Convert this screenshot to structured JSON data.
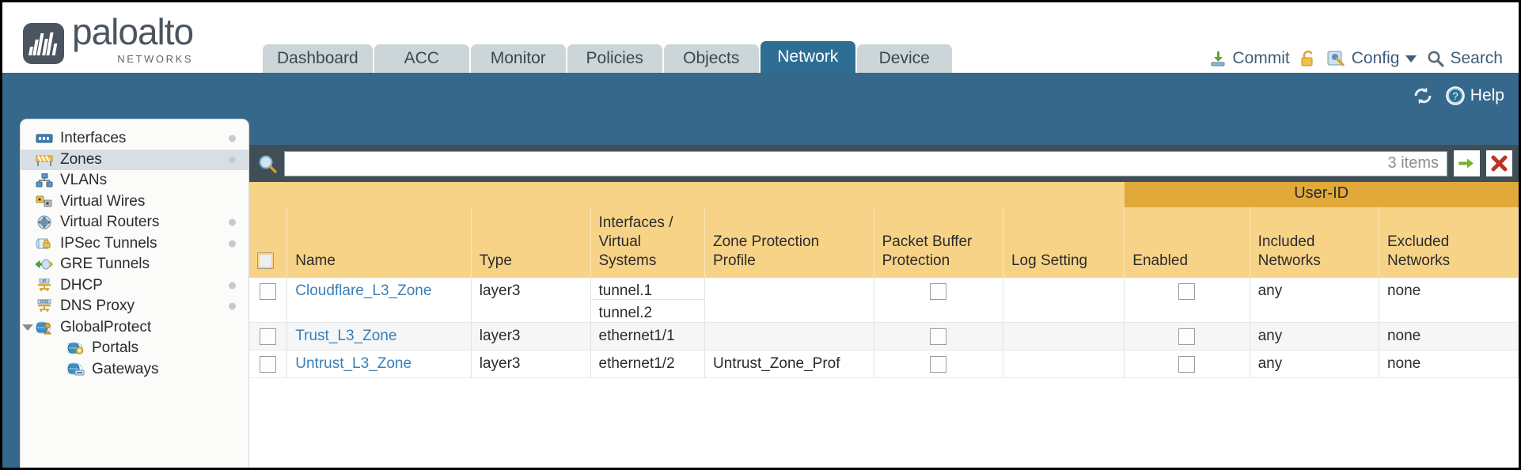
{
  "brand": {
    "name": "paloalto",
    "tagline": "NETWORKS"
  },
  "nav": {
    "tabs": [
      {
        "label": "Dashboard",
        "active": false
      },
      {
        "label": "ACC",
        "active": false
      },
      {
        "label": "Monitor",
        "active": false
      },
      {
        "label": "Policies",
        "active": false
      },
      {
        "label": "Objects",
        "active": false
      },
      {
        "label": "Network",
        "active": true
      },
      {
        "label": "Device",
        "active": false
      }
    ]
  },
  "top_actions": {
    "commit": "Commit",
    "config": "Config",
    "search": "Search"
  },
  "band": {
    "help": "Help"
  },
  "sidebar": {
    "items": [
      {
        "label": "Interfaces",
        "icon": "interfaces-icon",
        "selected": false,
        "dot": true,
        "child": false,
        "expander": false
      },
      {
        "label": "Zones",
        "icon": "zones-icon",
        "selected": true,
        "dot": true,
        "child": false,
        "expander": false
      },
      {
        "label": "VLANs",
        "icon": "vlans-icon",
        "selected": false,
        "dot": false,
        "child": false,
        "expander": false
      },
      {
        "label": "Virtual Wires",
        "icon": "virtual-wires-icon",
        "selected": false,
        "dot": false,
        "child": false,
        "expander": false
      },
      {
        "label": "Virtual Routers",
        "icon": "virtual-routers-icon",
        "selected": false,
        "dot": true,
        "child": false,
        "expander": false
      },
      {
        "label": "IPSec Tunnels",
        "icon": "ipsec-tunnels-icon",
        "selected": false,
        "dot": true,
        "child": false,
        "expander": false
      },
      {
        "label": "GRE Tunnels",
        "icon": "gre-tunnels-icon",
        "selected": false,
        "dot": false,
        "child": false,
        "expander": false
      },
      {
        "label": "DHCP",
        "icon": "dhcp-icon",
        "selected": false,
        "dot": true,
        "child": false,
        "expander": false
      },
      {
        "label": "DNS Proxy",
        "icon": "dns-proxy-icon",
        "selected": false,
        "dot": true,
        "child": false,
        "expander": false
      },
      {
        "label": "GlobalProtect",
        "icon": "globalprotect-icon",
        "selected": false,
        "dot": false,
        "child": false,
        "expander": true
      },
      {
        "label": "Portals",
        "icon": "portals-icon",
        "selected": false,
        "dot": false,
        "child": true,
        "expander": false
      },
      {
        "label": "Gateways",
        "icon": "gateways-icon",
        "selected": false,
        "dot": false,
        "child": true,
        "expander": false
      }
    ]
  },
  "search": {
    "value": "",
    "placeholder": "",
    "item_count": "3 items"
  },
  "table": {
    "group_header": "User-ID",
    "columns": [
      "Name",
      "Type",
      "Interfaces / Virtual Systems",
      "Zone Protection Profile",
      "Packet Buffer Protection",
      "Log Setting",
      "Enabled",
      "Included Networks",
      "Excluded Networks"
    ],
    "rows": [
      {
        "name": "Cloudflare_L3_Zone",
        "type": "layer3",
        "interfaces": [
          "tunnel.1",
          "tunnel.2"
        ],
        "zone_protection_profile": "",
        "packet_buffer_protection": false,
        "log_setting": "",
        "enabled": false,
        "included_networks": "any",
        "excluded_networks": "none"
      },
      {
        "name": "Trust_L3_Zone",
        "type": "layer3",
        "interfaces": [
          "ethernet1/1"
        ],
        "zone_protection_profile": "",
        "packet_buffer_protection": false,
        "log_setting": "",
        "enabled": false,
        "included_networks": "any",
        "excluded_networks": "none"
      },
      {
        "name": "Untrust_L3_Zone",
        "type": "layer3",
        "interfaces": [
          "ethernet1/2"
        ],
        "zone_protection_profile": "Untrust_Zone_Prof",
        "packet_buffer_protection": false,
        "log_setting": "",
        "enabled": false,
        "included_networks": "any",
        "excluded_networks": "none"
      }
    ]
  },
  "colors": {
    "brand_slate": "#4a5560",
    "band_blue": "#36688c",
    "tab_active": "#2e6e93",
    "header_amber": "#f7d388",
    "group_amber": "#e0a93a",
    "link_blue": "#3a7fb5"
  }
}
